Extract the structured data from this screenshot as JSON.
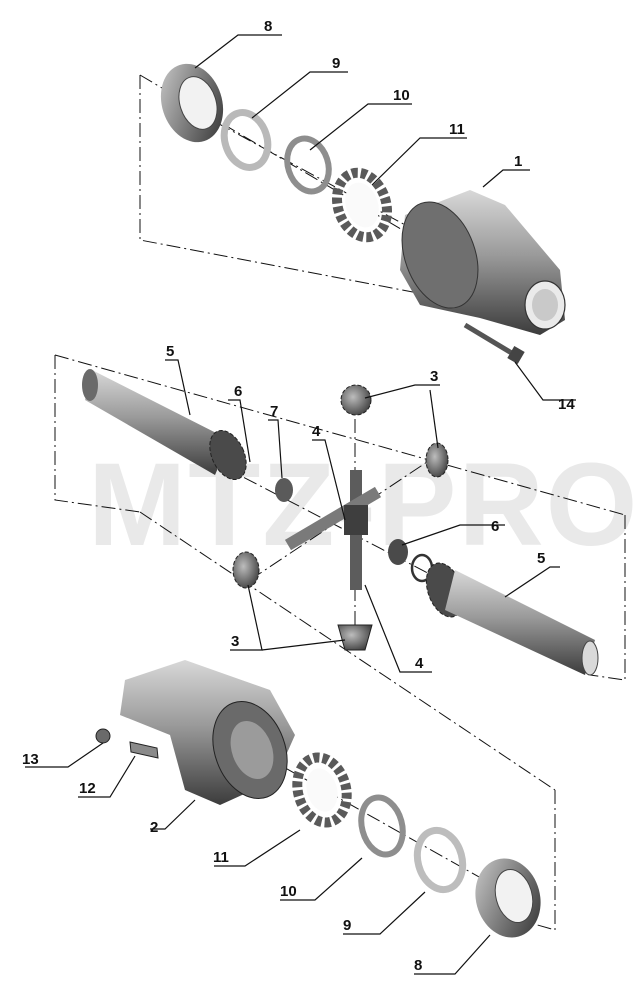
{
  "watermark": "MTZ-PRO",
  "callouts": {
    "c1": "1",
    "c2": "2",
    "c3a": "3",
    "c3b": "3",
    "c4a": "4",
    "c4b": "4",
    "c5a": "5",
    "c5b": "5",
    "c6a": "6",
    "c6b": "6",
    "c7": "7",
    "c8a": "8",
    "c8b": "8",
    "c9a": "9",
    "c9b": "9",
    "c10a": "10",
    "c10b": "10",
    "c11a": "11",
    "c11b": "11",
    "c12": "12",
    "c13": "13",
    "c14": "14"
  }
}
